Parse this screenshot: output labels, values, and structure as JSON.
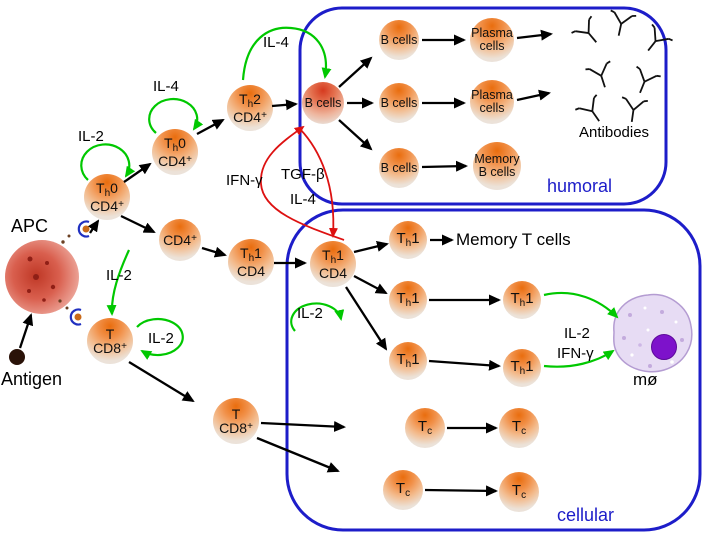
{
  "labels": {
    "apc": "APC",
    "antigen": "Antigen",
    "antibodies": "Antibodies",
    "memory_t_cells": "Memory T cells",
    "macrophage": "mø"
  },
  "boxes": {
    "humoral_label": "humoral",
    "cellular_label": "cellular"
  },
  "cytokines": {
    "il2": "IL-2",
    "il4": "IL-4",
    "ifn_gamma": "IFN-γ",
    "tgf_beta": "TGF-β"
  },
  "cells": {
    "th0_l1": {
      "pre": "T",
      "sub": "h",
      "post": "0"
    },
    "th1_l1": {
      "pre": "T",
      "sub": "h",
      "post": "1"
    },
    "th2_l1": {
      "pre": "T",
      "sub": "h",
      "post": "2"
    },
    "t_l1": {
      "pre": "T"
    },
    "tc_l1": {
      "pre": "T",
      "sub": "c"
    },
    "cd4": {
      "pre": "CD4"
    },
    "cd4_plus": {
      "pre": "CD4",
      "sup": "+"
    },
    "cd8_plus": {
      "pre": "CD8",
      "sup": "+"
    },
    "b_cells": {
      "pre": "B cells"
    },
    "plasma_l1": {
      "pre": "Plasma"
    },
    "plasma_l2": {
      "pre": "cells"
    },
    "memory_b_l1": {
      "pre": "Memory"
    },
    "memory_b_l2": {
      "pre": "B cells"
    }
  },
  "colors": {
    "box_border_blue": "#1d1dc9",
    "section_label_blue": "#1d1dc9",
    "arrow_black": "#000000",
    "cytokine_arrow_green": "#00c800",
    "inhibition_arrow_red": "#dd1111",
    "cell_gradient_orange": "#e96d0e",
    "activated_b_cell_red": "#d63a1f",
    "apc_red": "#c03a28",
    "macrophage_nucleus_purple": "#7d12cb"
  }
}
